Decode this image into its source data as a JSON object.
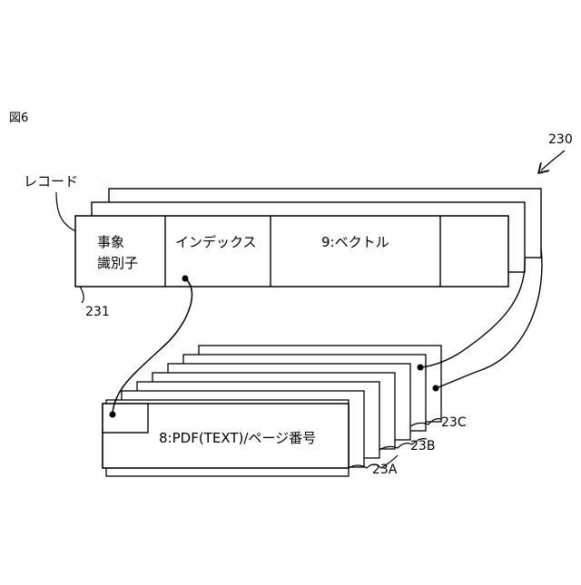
{
  "figure": {
    "label": "図6",
    "ref_main": "230",
    "record_label": "レコード",
    "record": {
      "cell1_line1": "事象",
      "cell1_line2": "識別子",
      "cell2": "インデックス",
      "cell3": "9:ベクトル",
      "ref": "231"
    },
    "page_stack": {
      "front_label": "8:PDF(TEXT)/ページ番号",
      "ref_a": "23A",
      "ref_b": "23B",
      "ref_c": "23C"
    }
  }
}
